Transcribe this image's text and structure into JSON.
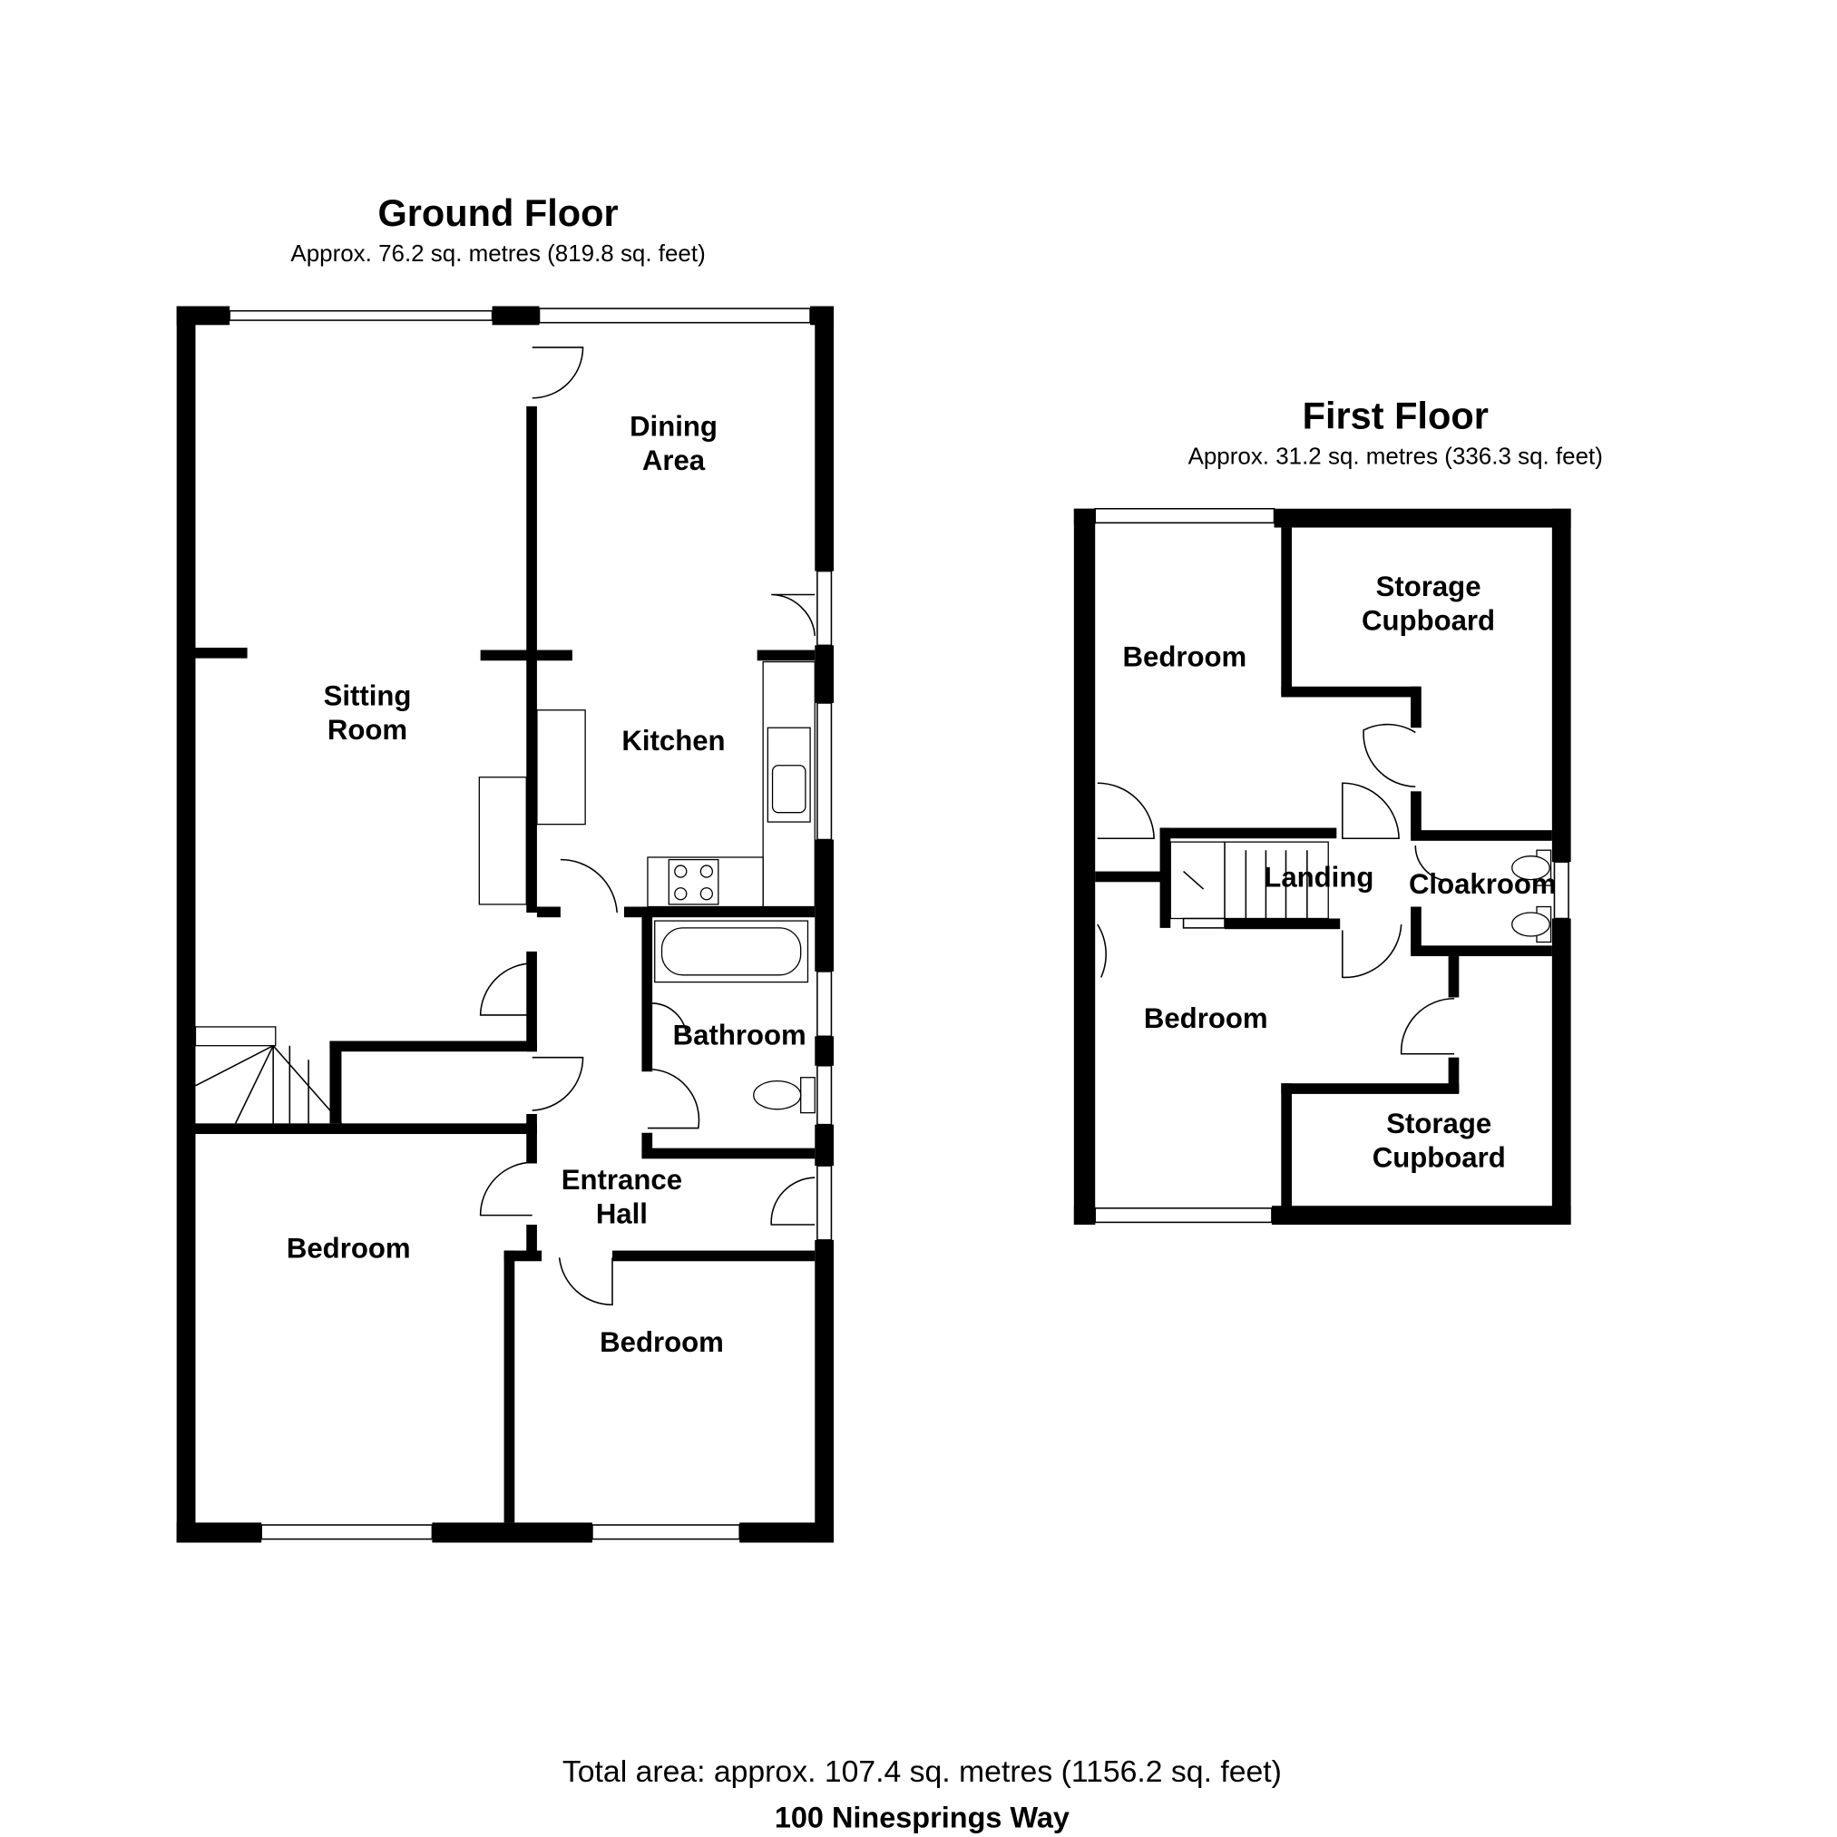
{
  "ground_floor": {
    "title": "Ground Floor",
    "area": "Approx.  76.2 sq. metres (819.8 sq. feet)",
    "rooms": [
      {
        "name": "dining",
        "lines": [
          "Dining",
          "Area"
        ]
      },
      {
        "name": "sitting",
        "lines": [
          "Sitting",
          "Room"
        ]
      },
      {
        "name": "kitchen",
        "lines": [
          "Kitchen"
        ]
      },
      {
        "name": "bathroom",
        "lines": [
          "Bathroom"
        ]
      },
      {
        "name": "entrance",
        "lines": [
          "Entrance",
          "Hall"
        ]
      },
      {
        "name": "bedroom1",
        "lines": [
          "Bedroom"
        ]
      },
      {
        "name": "bedroom2",
        "lines": [
          "Bedroom"
        ]
      }
    ]
  },
  "first_floor": {
    "title": "First Floor",
    "area": "Approx.  31.2 sq. metres (336.3 sq. feet)",
    "rooms": [
      {
        "name": "bedroom1",
        "lines": [
          "Bedroom"
        ]
      },
      {
        "name": "storage1",
        "lines": [
          "Storage",
          "Cupboard"
        ]
      },
      {
        "name": "landing",
        "lines": [
          "Landing"
        ]
      },
      {
        "name": "cloakroom",
        "lines": [
          "Cloakroom"
        ]
      },
      {
        "name": "bedroom2",
        "lines": [
          "Bedroom"
        ]
      },
      {
        "name": "storage2",
        "lines": [
          "Storage",
          "Cupboard"
        ]
      }
    ]
  },
  "footer": {
    "total_area": "Total area: approx. 107.4 sq. metres (1156.2 sq. feet)",
    "address": "100 Ninesprings Way"
  }
}
